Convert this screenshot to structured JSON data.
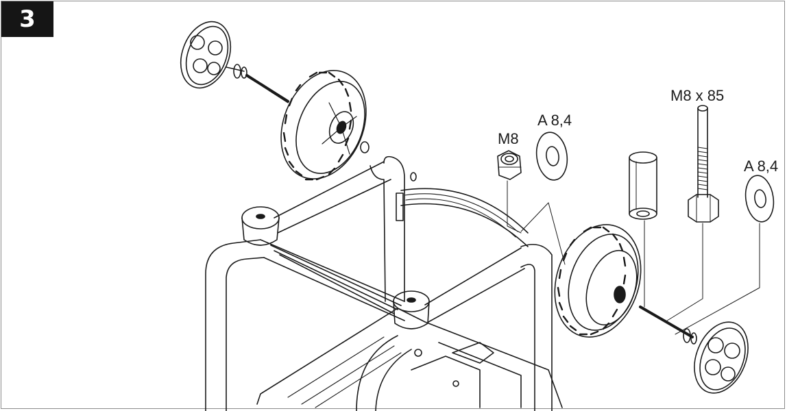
{
  "step": {
    "number": "3"
  },
  "labels": {
    "nut": "M8",
    "washer_inner": "A 8,4",
    "bolt": "M8 x 85",
    "washer_outer": "A 8,4"
  },
  "colors": {
    "ink": "#1a1a1a",
    "badge": "#151515",
    "frame": "#8a8a8a"
  }
}
